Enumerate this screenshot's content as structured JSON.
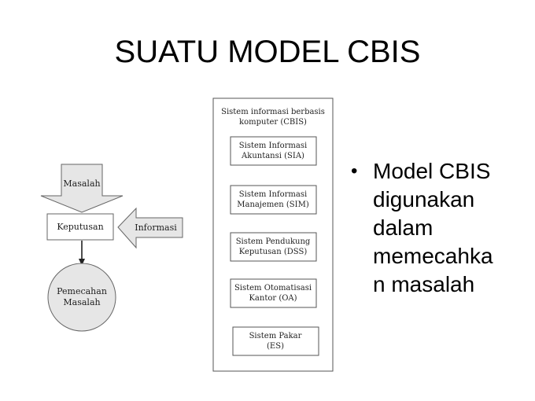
{
  "slide": {
    "title": "SUATU MODEL CBIS",
    "bullet": "Model CBIS\ndigunakan\ndalam\nmemecahka\nn masalah"
  },
  "flow": {
    "problem": "Masalah",
    "decision": "Keputusan",
    "information": "Informasi",
    "solution_line1": "Pemecahan",
    "solution_line2": "Masalah"
  },
  "cbis": {
    "header_line1": "Sistem informasi berbasis",
    "header_line2": "komputer (CBIS)",
    "subsystems": [
      {
        "line1": "Sistem Informasi",
        "line2": "Akuntansi (SIA)"
      },
      {
        "line1": "Sistem Informasi",
        "line2": "Manajemen (SIM)"
      },
      {
        "line1": "Sistem Pendukung",
        "line2": "Keputusan (DSS)"
      },
      {
        "line1": "Sistem Otomatisasi",
        "line2": "Kantor (OA)"
      },
      {
        "line1": "Sistem Pakar",
        "line2": "(ES)"
      }
    ]
  }
}
